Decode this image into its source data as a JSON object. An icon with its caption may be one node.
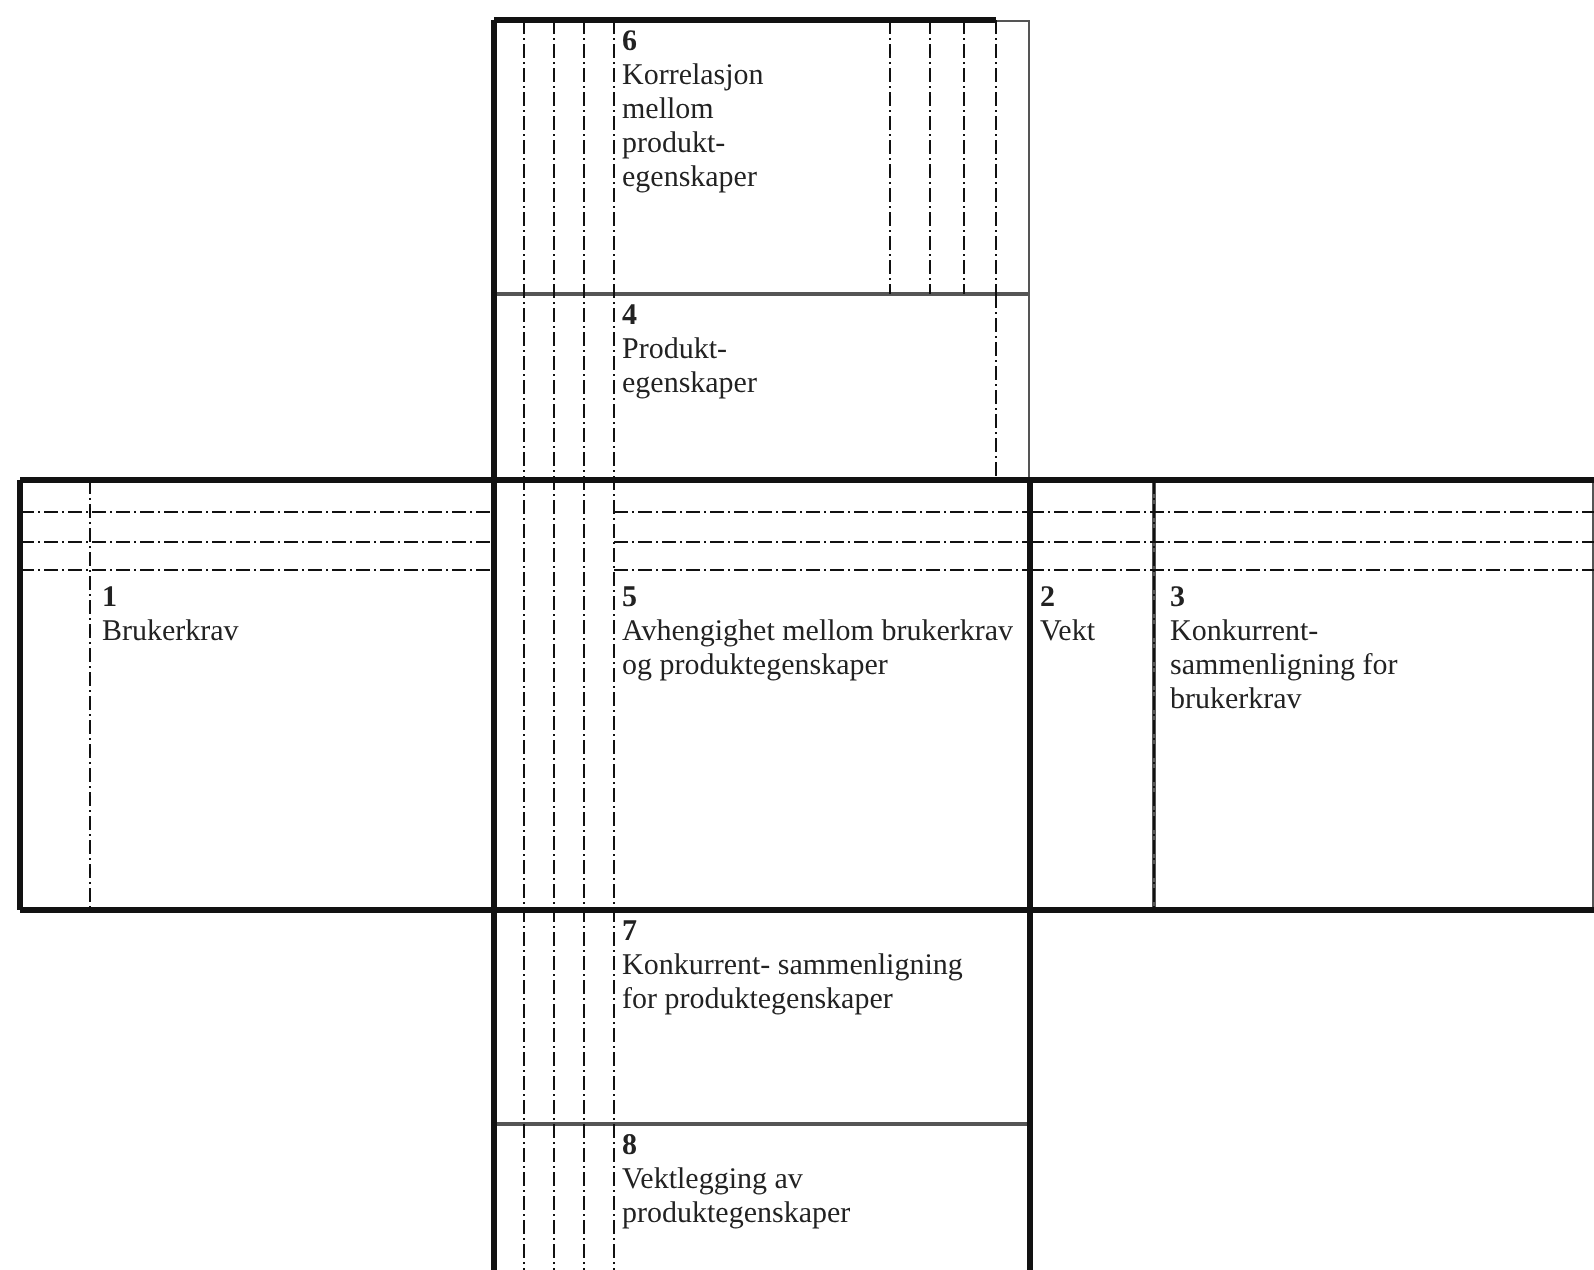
{
  "diagram": {
    "nodes": [
      {
        "text": [
          "6",
          "Korrelasjon mellom produkt- egenskaper"
        ]
      },
      {
        "text": [
          "4",
          "Produkt- egenskaper"
        ]
      },
      {
        "text": [
          "1",
          "Brukerkrav"
        ]
      },
      {
        "text": [
          "5",
          "Avhengighet mellom brukerkrav og produktegenskaper"
        ]
      },
      {
        "text": [
          "2",
          "Vekt"
        ]
      },
      {
        "text": [
          "3",
          "Konkurrent- sammenligning for brukerkrav"
        ]
      },
      {
        "text": [
          "7",
          "Konkurrent- sammenligning for produktegenskaper"
        ]
      },
      {
        "text": [
          "8",
          "Vektlegging av produktegenskaper"
        ]
      }
    ]
  }
}
